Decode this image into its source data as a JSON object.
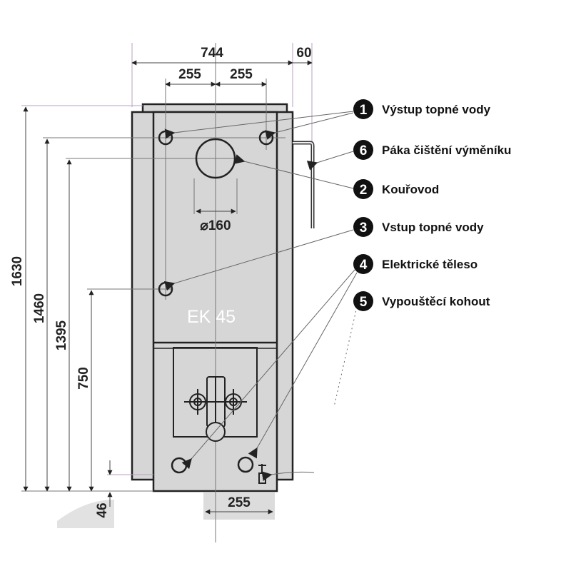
{
  "title": "EK 45",
  "dimensions": {
    "overall_width": "744",
    "handle_offset": "60",
    "left_half": "255",
    "right_half": "255",
    "flue_diameter": "⌀160",
    "height_total": "1630",
    "height_outlet": "1460",
    "height_flue": "1395",
    "height_inlet": "750",
    "base_height": "46",
    "bottom_spacing": "255"
  },
  "legend": [
    {
      "number": "1",
      "label": "Výstup topné vody"
    },
    {
      "number": "6",
      "label": "Páka čištění výměníku"
    },
    {
      "number": "2",
      "label": "Kouřovod"
    },
    {
      "number": "3",
      "label": "Vstup topné vody"
    },
    {
      "number": "4",
      "label": "Elektrické těleso"
    },
    {
      "number": "5",
      "label": "Vypouštěcí kohout"
    }
  ]
}
